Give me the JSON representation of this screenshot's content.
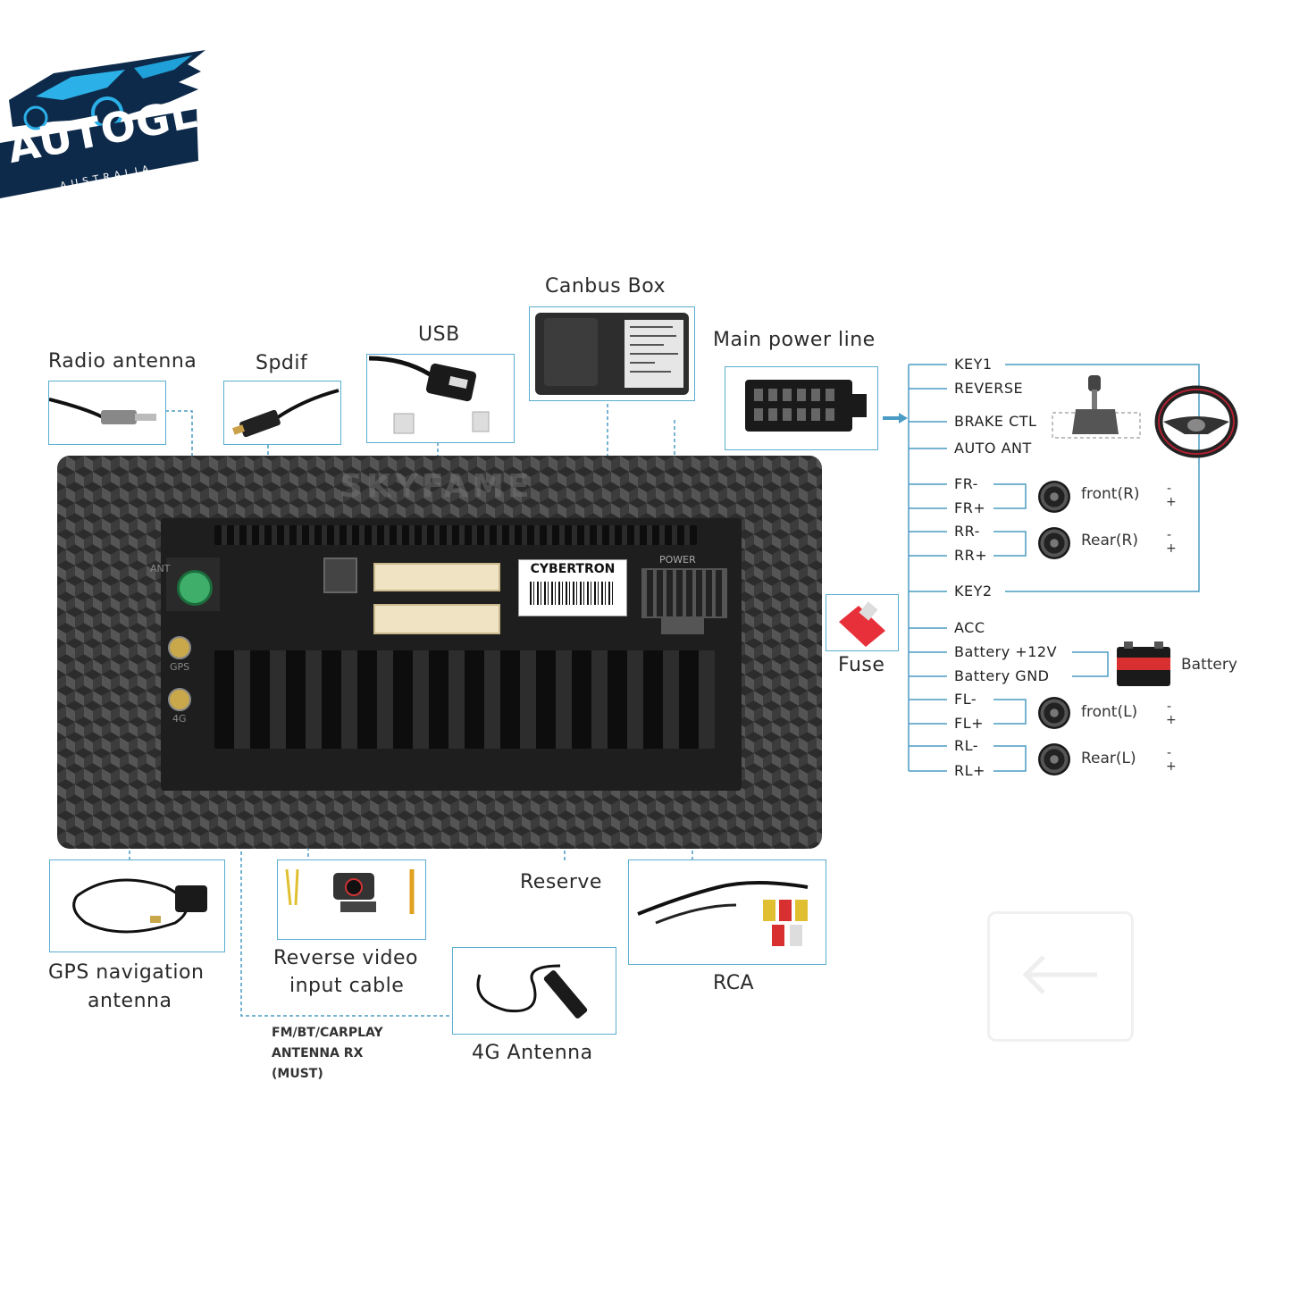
{
  "logo": {
    "brand": "AUTOGLO",
    "sub": "AUSTRALIA"
  },
  "labels": {
    "canbus_box": "Canbus Box",
    "usb": "USB",
    "main_power_line": "Main power line",
    "radio_antenna": "Radio antenna",
    "spdif": "Spdif",
    "fuse": "Fuse",
    "reserve": "Reserve",
    "gps_line1": "GPS navigation",
    "gps_line2": "antenna",
    "reverse_line1": "Reverse video",
    "reverse_line2": "input cable",
    "rca": "RCA",
    "antenna_4g": "4G Antenna",
    "fm_note_line1": "FM/BT/CARPLAY",
    "fm_note_line2": "ANTENNA RX",
    "fm_note_line3": "(MUST)",
    "battery": "Battery"
  },
  "unit": {
    "brand_sticker": "CYBERTRON",
    "watermark": "SKYFAME",
    "power_label": "POWER",
    "ant_label": "ANT",
    "gps_label": "GPS",
    "lte_label": "4G"
  },
  "pins": [
    "KEY1",
    "REVERSE",
    "BRAKE CTL",
    "AUTO ANT",
    "FR-",
    "FR+",
    "RR-",
    "RR+",
    "KEY2",
    "ACC",
    "Battery +12V",
    "Battery GND",
    "FL-",
    "FL+",
    "RL-",
    "RL+"
  ],
  "speakers": [
    {
      "label": "front(R)",
      "plus": "+",
      "minus": "-"
    },
    {
      "label": "Rear(R)",
      "plus": "+",
      "minus": "-"
    },
    {
      "label": "front(L)",
      "plus": "+",
      "minus": "-"
    },
    {
      "label": "Rear(L)",
      "plus": "+",
      "minus": "-"
    }
  ],
  "colors": {
    "wire": "#4a9cc4",
    "fuse": "#e8303a"
  }
}
